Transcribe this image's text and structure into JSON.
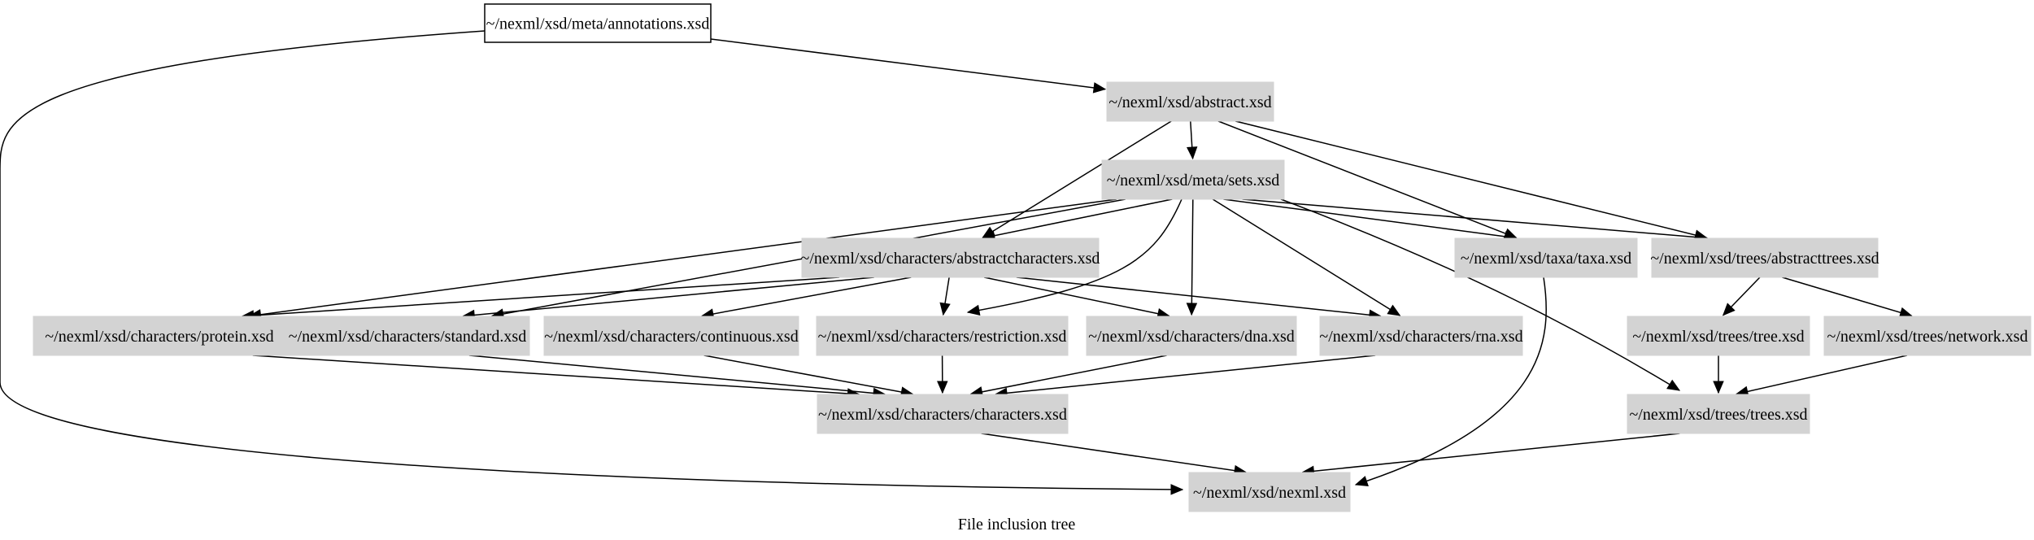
{
  "diagram": {
    "caption": "File inclusion tree",
    "colors": {
      "node_fill": "#d3d3d3",
      "root_fill": "#ffffff",
      "edge": "#000000"
    },
    "nodes": [
      {
        "id": "annotations",
        "label": "~/nexml/xsd/meta/annotations.xsd",
        "style": "outlined"
      },
      {
        "id": "abstract",
        "label": "~/nexml/xsd/abstract.xsd",
        "style": "filled"
      },
      {
        "id": "sets",
        "label": "~/nexml/xsd/meta/sets.xsd",
        "style": "filled"
      },
      {
        "id": "abstractcharacters",
        "label": "~/nexml/xsd/characters/abstractcharacters.xsd",
        "style": "filled"
      },
      {
        "id": "taxa",
        "label": "~/nexml/xsd/taxa/taxa.xsd",
        "style": "filled"
      },
      {
        "id": "abstracttrees",
        "label": "~/nexml/xsd/trees/abstracttrees.xsd",
        "style": "filled"
      },
      {
        "id": "protein",
        "label": "~/nexml/xsd/characters/protein.xsd",
        "style": "filled"
      },
      {
        "id": "standard",
        "label": "~/nexml/xsd/characters/standard.xsd",
        "style": "filled"
      },
      {
        "id": "continuous",
        "label": "~/nexml/xsd/characters/continuous.xsd",
        "style": "filled"
      },
      {
        "id": "restriction",
        "label": "~/nexml/xsd/characters/restriction.xsd",
        "style": "filled"
      },
      {
        "id": "dna",
        "label": "~/nexml/xsd/characters/dna.xsd",
        "style": "filled"
      },
      {
        "id": "rna",
        "label": "~/nexml/xsd/characters/rna.xsd",
        "style": "filled"
      },
      {
        "id": "tree",
        "label": "~/nexml/xsd/trees/tree.xsd",
        "style": "filled"
      },
      {
        "id": "network",
        "label": "~/nexml/xsd/trees/network.xsd",
        "style": "filled"
      },
      {
        "id": "characters",
        "label": "~/nexml/xsd/characters/characters.xsd",
        "style": "filled"
      },
      {
        "id": "trees",
        "label": "~/nexml/xsd/trees/trees.xsd",
        "style": "filled"
      },
      {
        "id": "nexml",
        "label": "~/nexml/xsd/nexml.xsd",
        "style": "filled"
      }
    ],
    "edges": [
      {
        "from": "annotations",
        "to": "abstract"
      },
      {
        "from": "annotations",
        "to": "nexml"
      },
      {
        "from": "abstract",
        "to": "sets"
      },
      {
        "from": "abstract",
        "to": "abstractcharacters"
      },
      {
        "from": "abstract",
        "to": "taxa"
      },
      {
        "from": "abstract",
        "to": "abstracttrees"
      },
      {
        "from": "sets",
        "to": "abstractcharacters"
      },
      {
        "from": "sets",
        "to": "protein"
      },
      {
        "from": "sets",
        "to": "standard"
      },
      {
        "from": "sets",
        "to": "restriction"
      },
      {
        "from": "sets",
        "to": "dna"
      },
      {
        "from": "sets",
        "to": "rna"
      },
      {
        "from": "sets",
        "to": "taxa"
      },
      {
        "from": "sets",
        "to": "abstracttrees"
      },
      {
        "from": "sets",
        "to": "trees"
      },
      {
        "from": "abstractcharacters",
        "to": "protein"
      },
      {
        "from": "abstractcharacters",
        "to": "standard"
      },
      {
        "from": "abstractcharacters",
        "to": "continuous"
      },
      {
        "from": "abstractcharacters",
        "to": "restriction"
      },
      {
        "from": "abstractcharacters",
        "to": "dna"
      },
      {
        "from": "abstractcharacters",
        "to": "rna"
      },
      {
        "from": "abstracttrees",
        "to": "tree"
      },
      {
        "from": "abstracttrees",
        "to": "network"
      },
      {
        "from": "taxa",
        "to": "nexml"
      },
      {
        "from": "protein",
        "to": "characters"
      },
      {
        "from": "standard",
        "to": "characters"
      },
      {
        "from": "continuous",
        "to": "characters"
      },
      {
        "from": "restriction",
        "to": "characters"
      },
      {
        "from": "dna",
        "to": "characters"
      },
      {
        "from": "rna",
        "to": "characters"
      },
      {
        "from": "tree",
        "to": "trees"
      },
      {
        "from": "network",
        "to": "trees"
      },
      {
        "from": "characters",
        "to": "nexml"
      },
      {
        "from": "trees",
        "to": "nexml"
      }
    ]
  }
}
